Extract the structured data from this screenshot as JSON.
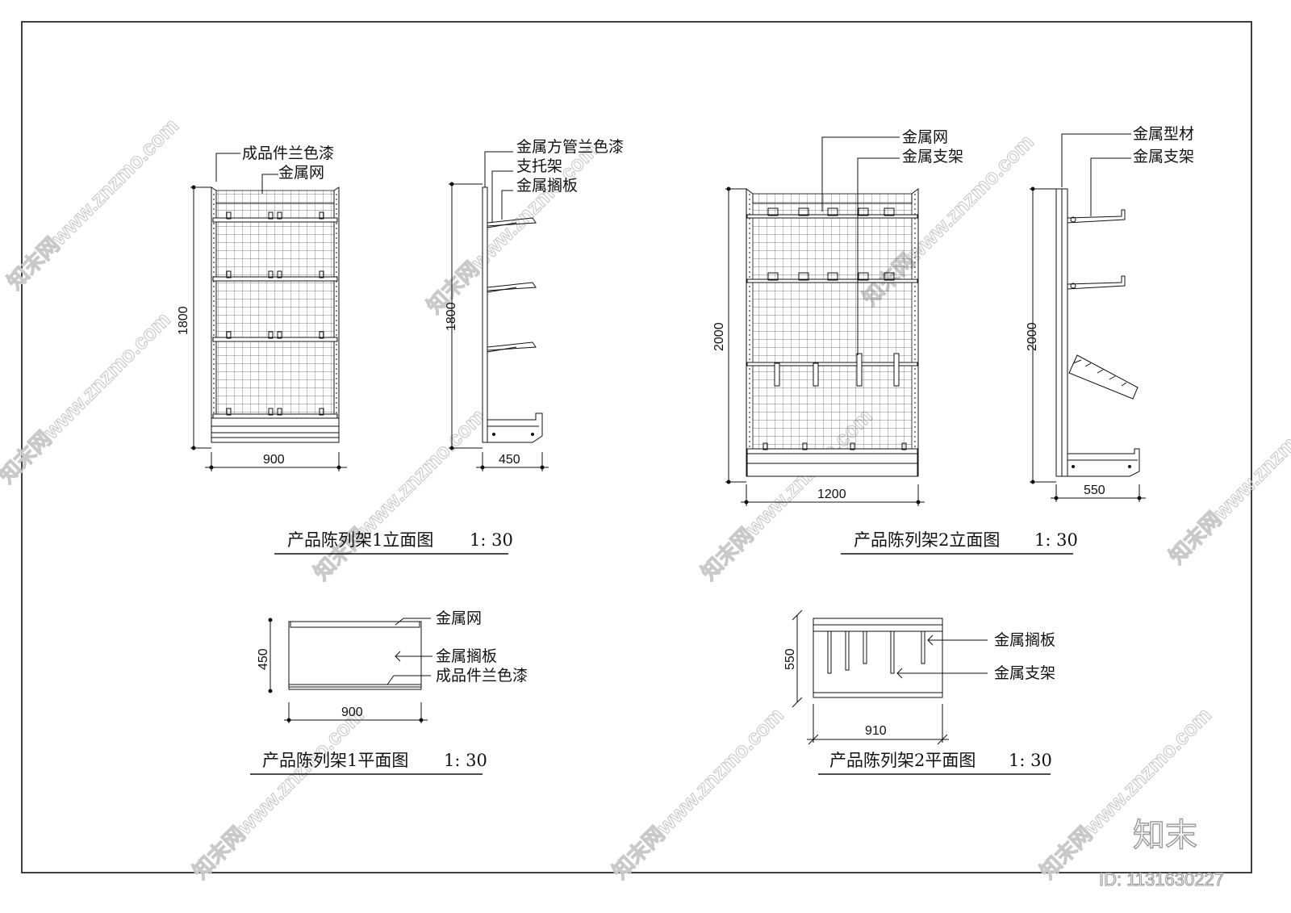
{
  "drawings": {
    "rack1_elevation": {
      "title": "产品陈列架1立面图",
      "scale": "1: 30",
      "labels": [
        "成品件兰色漆",
        "金属网"
      ],
      "dim_height": "1800",
      "dim_width": "900"
    },
    "rack1_side": {
      "labels": [
        "金属方管兰色漆",
        "支托架",
        "金属搁板"
      ],
      "dim_height": "1800",
      "dim_depth": "450"
    },
    "rack2_elevation": {
      "title": "产品陈列架2立面图",
      "scale": "1: 30",
      "labels": [
        "金属网",
        "金属支架"
      ],
      "dim_height": "2000",
      "dim_width": "1200"
    },
    "rack2_side": {
      "labels": [
        "金属型材",
        "金属支架"
      ],
      "dim_height": "2000",
      "dim_depth": "550"
    },
    "rack1_plan": {
      "title": "产品陈列架1平面图",
      "scale": "1: 30",
      "labels": [
        "金属网",
        "金属搁板",
        "成品件兰色漆"
      ],
      "dim_depth": "450",
      "dim_width": "900"
    },
    "rack2_plan": {
      "title": "产品陈列架2平面图",
      "scale": "1: 30",
      "labels": [
        "金属搁板",
        "金属支架"
      ],
      "dim_depth": "550",
      "dim_width": "910"
    }
  },
  "watermark": {
    "text": "知末网www.znzmo.com",
    "brand": "知末",
    "id": "ID: 1131630227"
  }
}
